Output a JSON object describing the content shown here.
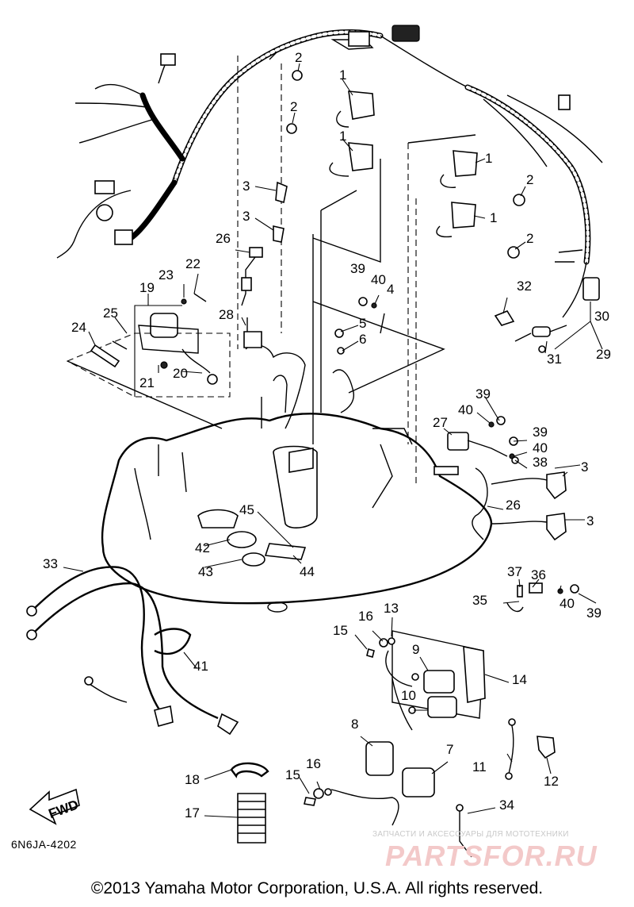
{
  "diagram": {
    "doc_code": "6N6JA-4202",
    "fwd_label": "FWD",
    "copyright": "©2013 Yamaha Motor Corporation, U.S.A. All rights reserved.",
    "watermark": {
      "subtitle": "ЗАПЧАСТИ И АКСЕССУАРЫ ДЛЯ МОТОТЕХНИКИ",
      "logo": "PARTSFOR.RU"
    },
    "callouts": {
      "c1a": "1",
      "c1b": "1",
      "c1c": "1",
      "c1d": "1",
      "c2a": "2",
      "c2b": "2",
      "c2c": "2",
      "c2d": "2",
      "c3a": "3",
      "c3b": "3",
      "c3c": "3",
      "c3d": "3",
      "c4": "4",
      "c5": "5",
      "c6": "6",
      "c7": "7",
      "c8": "8",
      "c9": "9",
      "c10": "10",
      "c11": "11",
      "c12": "12",
      "c13": "13",
      "c14": "14",
      "c15a": "15",
      "c15b": "15",
      "c16a": "16",
      "c16b": "16",
      "c17": "17",
      "c18": "18",
      "c19": "19",
      "c20": "20",
      "c21": "21",
      "c22": "22",
      "c23": "23",
      "c24": "24",
      "c25": "25",
      "c26a": "26",
      "c26b": "26",
      "c27": "27",
      "c28": "28",
      "c29": "29",
      "c30": "30",
      "c31": "31",
      "c32": "32",
      "c33": "33",
      "c34": "34",
      "c35": "35",
      "c36": "36",
      "c37": "37",
      "c38": "38",
      "c39a": "39",
      "c39b": "39",
      "c39c": "39",
      "c39d": "39",
      "c40a": "40",
      "c40b": "40",
      "c40c": "40",
      "c40d": "40",
      "c41": "41",
      "c42": "42",
      "c43": "43",
      "c44": "44",
      "c45": "45"
    }
  }
}
